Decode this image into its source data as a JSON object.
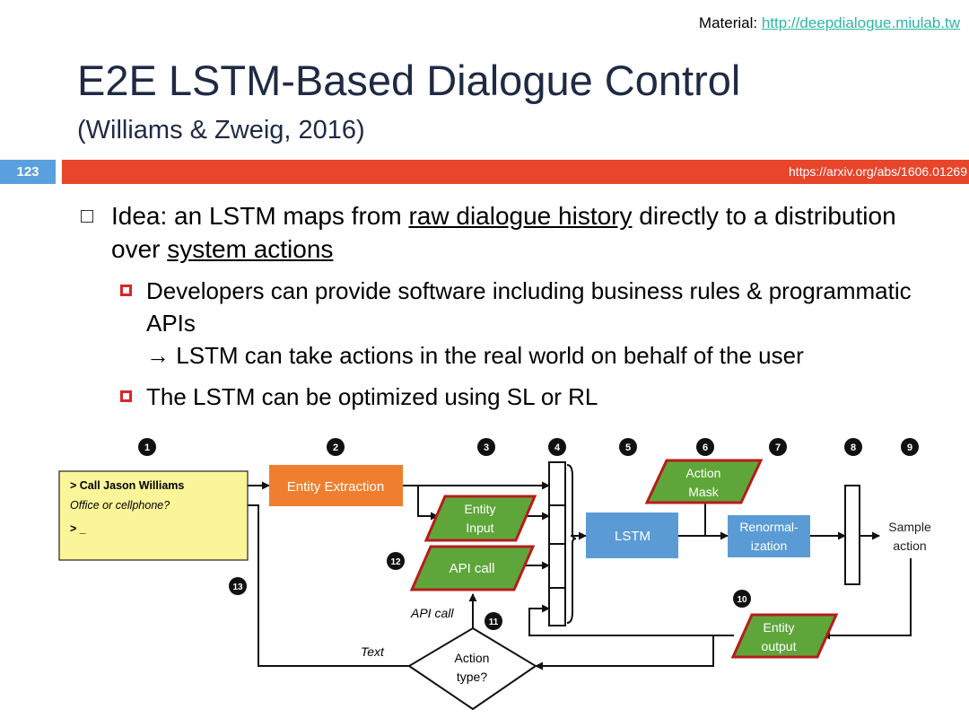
{
  "header": {
    "material_label": "Material:",
    "material_link": "http://deepdialogue.miulab.tw",
    "title": "E2E LSTM-Based Dialogue Control",
    "subtitle": "(Williams & Zweig, 2016)",
    "slide_number": "123",
    "arxiv_link": "https://arxiv.org/abs/1606.01269"
  },
  "bullets": {
    "main": {
      "part1": "Idea: an LSTM maps from ",
      "underline1": "raw dialogue history",
      "part2": " directly to a distribution over ",
      "underline2": "system actions"
    },
    "sub1_line1": "Developers can provide software including business rules & programmatic APIs",
    "sub1_arrow": "→",
    "sub1_line2": "LSTM can take actions in the real world on behalf of the user",
    "sub2": "The LSTM can be optimized using SL or RL"
  },
  "diagram": {
    "terminal": {
      "line1": "> Call Jason Williams",
      "line2": "Office or cellphone?",
      "line3": "> _"
    },
    "entity_extraction": "Entity Extraction",
    "entity_input_1": "Entity",
    "entity_input_2": "Input",
    "api_call_box": "API call",
    "lstm": "LSTM",
    "action_mask_1": "Action",
    "action_mask_2": "Mask",
    "renorm_1": "Renormal-",
    "renorm_2": "ization",
    "sample_1": "Sample",
    "sample_2": "action",
    "entity_output_1": "Entity",
    "entity_output_2": "output",
    "action_type_1": "Action",
    "action_type_2": "type?",
    "api_call_label": "API call",
    "text_label": "Text",
    "steps": [
      "1",
      "2",
      "3",
      "4",
      "5",
      "6",
      "7",
      "8",
      "9",
      "10",
      "11",
      "12",
      "13"
    ],
    "colors": {
      "orange": "#ef7f2f",
      "green": "#5fa63a",
      "green_border": "#b71c1c",
      "blue": "#5b9bd5",
      "yellow": "#fbf59a",
      "red_bar": "#e8452b"
    }
  }
}
